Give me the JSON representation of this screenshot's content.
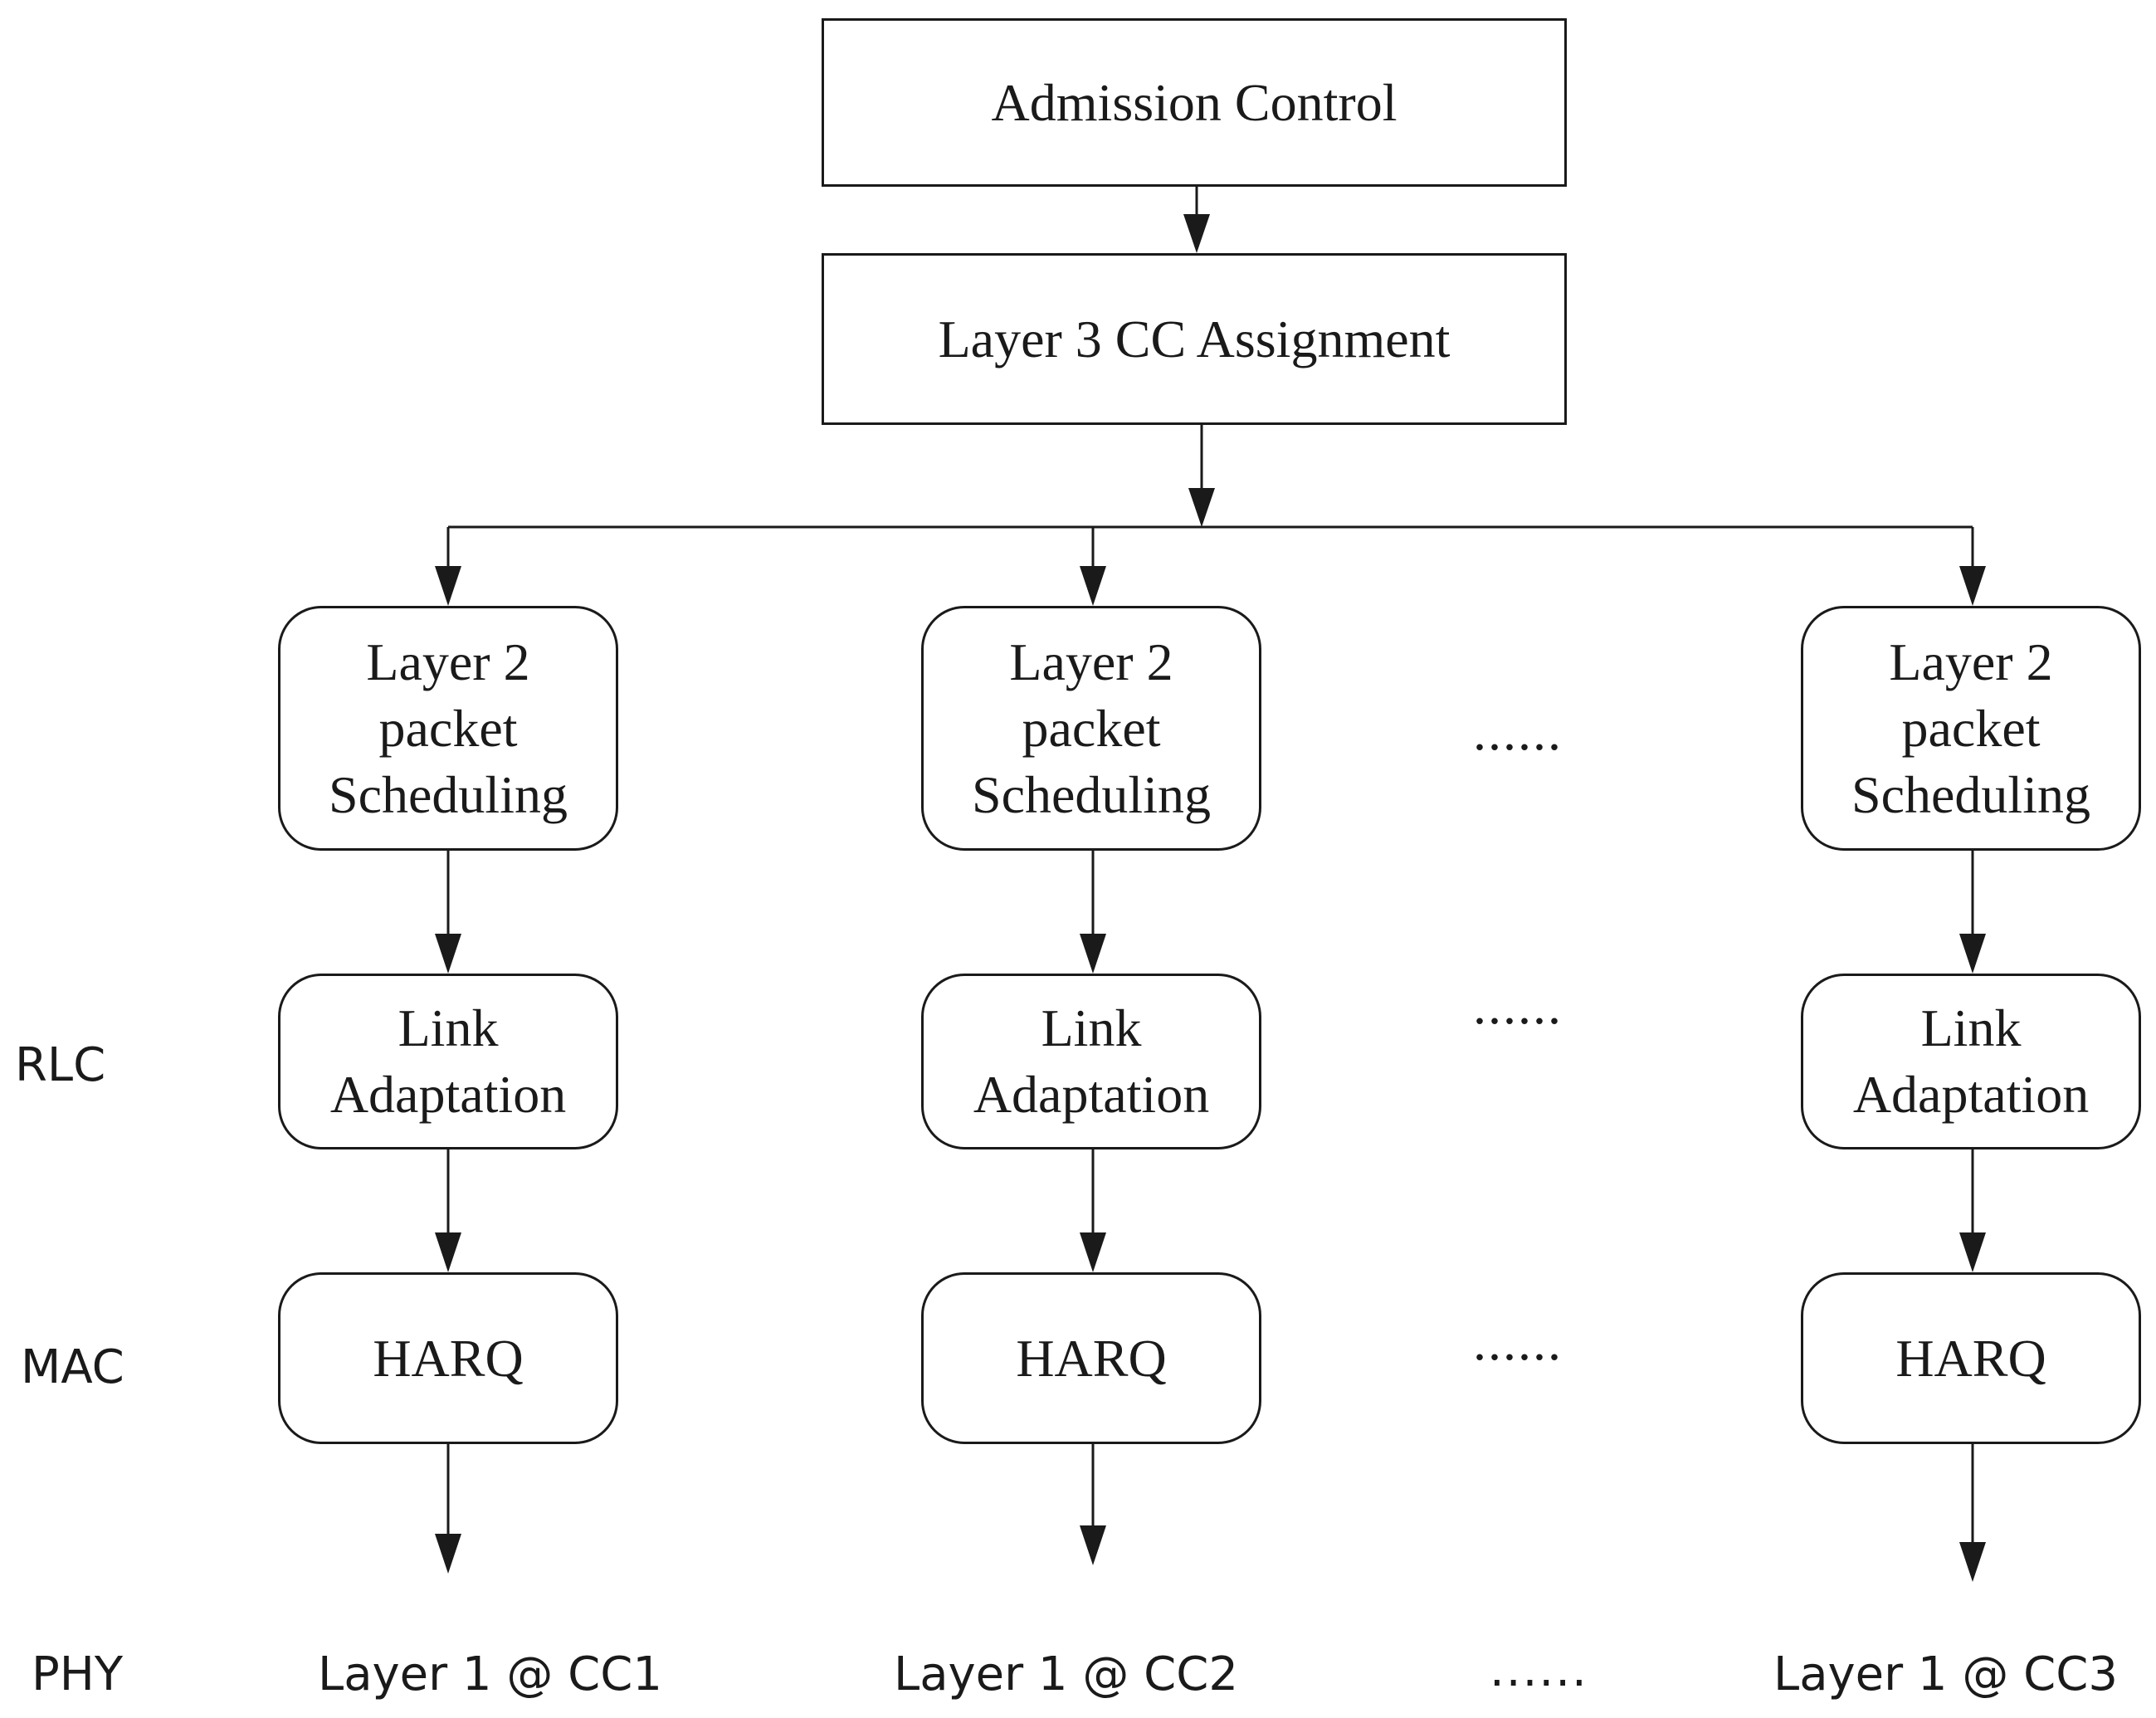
{
  "top": {
    "admission": "Admission Control",
    "assignment": "Layer 3 CC Assignment"
  },
  "layers": {
    "rlc": "RLC",
    "mac": "MAC",
    "phy": "PHY"
  },
  "columns": [
    {
      "scheduling": [
        "Layer 2",
        "packet",
        "Scheduling"
      ],
      "link": [
        "Link",
        "Adaptation"
      ],
      "harq": "HARQ",
      "phy": "Layer 1 @ CC1"
    },
    {
      "scheduling": [
        "Layer 2",
        "packet",
        "Scheduling"
      ],
      "link": [
        "Link",
        "Adaptation"
      ],
      "harq": "HARQ",
      "phy": "Layer 1 @ CC2"
    },
    {
      "scheduling": [
        "Layer 2",
        "packet",
        "Scheduling"
      ],
      "link": [
        "Link",
        "Adaptation"
      ],
      "harq": "HARQ",
      "phy": "Layer 1 @ CC3"
    }
  ],
  "ellipsis": "......"
}
